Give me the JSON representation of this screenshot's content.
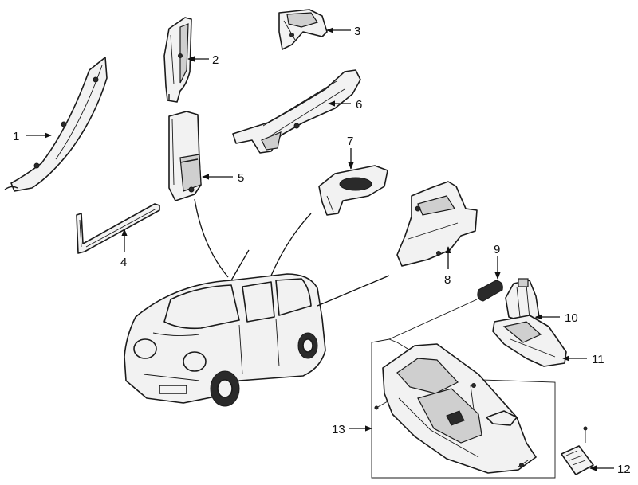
{
  "diagram": {
    "callouts": [
      {
        "id": "1",
        "label": "1"
      },
      {
        "id": "2",
        "label": "2"
      },
      {
        "id": "3",
        "label": "3"
      },
      {
        "id": "4",
        "label": "4"
      },
      {
        "id": "5",
        "label": "5"
      },
      {
        "id": "6",
        "label": "6"
      },
      {
        "id": "7",
        "label": "7"
      },
      {
        "id": "8",
        "label": "8"
      },
      {
        "id": "9",
        "label": "9"
      },
      {
        "id": "10",
        "label": "10"
      },
      {
        "id": "11",
        "label": "11"
      },
      {
        "id": "12",
        "label": "12"
      },
      {
        "id": "13",
        "label": "13"
      }
    ],
    "parts": [
      {
        "callout": "1",
        "icon": "a-pillar-trim-icon"
      },
      {
        "callout": "2",
        "icon": "b-pillar-upper-trim-icon"
      },
      {
        "callout": "3",
        "icon": "c-pillar-trim-icon"
      },
      {
        "callout": "4",
        "icon": "door-opening-trim-strip-icon"
      },
      {
        "callout": "5",
        "icon": "b-pillar-lower-trim-icon"
      },
      {
        "callout": "6",
        "icon": "scuff-plate-trim-icon"
      },
      {
        "callout": "7",
        "icon": "speaker-housing-icon"
      },
      {
        "callout": "8",
        "icon": "quarter-trim-panel-icon"
      },
      {
        "callout": "9",
        "icon": "shift-knob-icon"
      },
      {
        "callout": "10",
        "icon": "shift-boot-icon"
      },
      {
        "callout": "11",
        "icon": "shift-bezel-icon"
      },
      {
        "callout": "12",
        "icon": "console-pad-icon"
      },
      {
        "callout": "13",
        "icon": "center-console-icon"
      }
    ]
  }
}
